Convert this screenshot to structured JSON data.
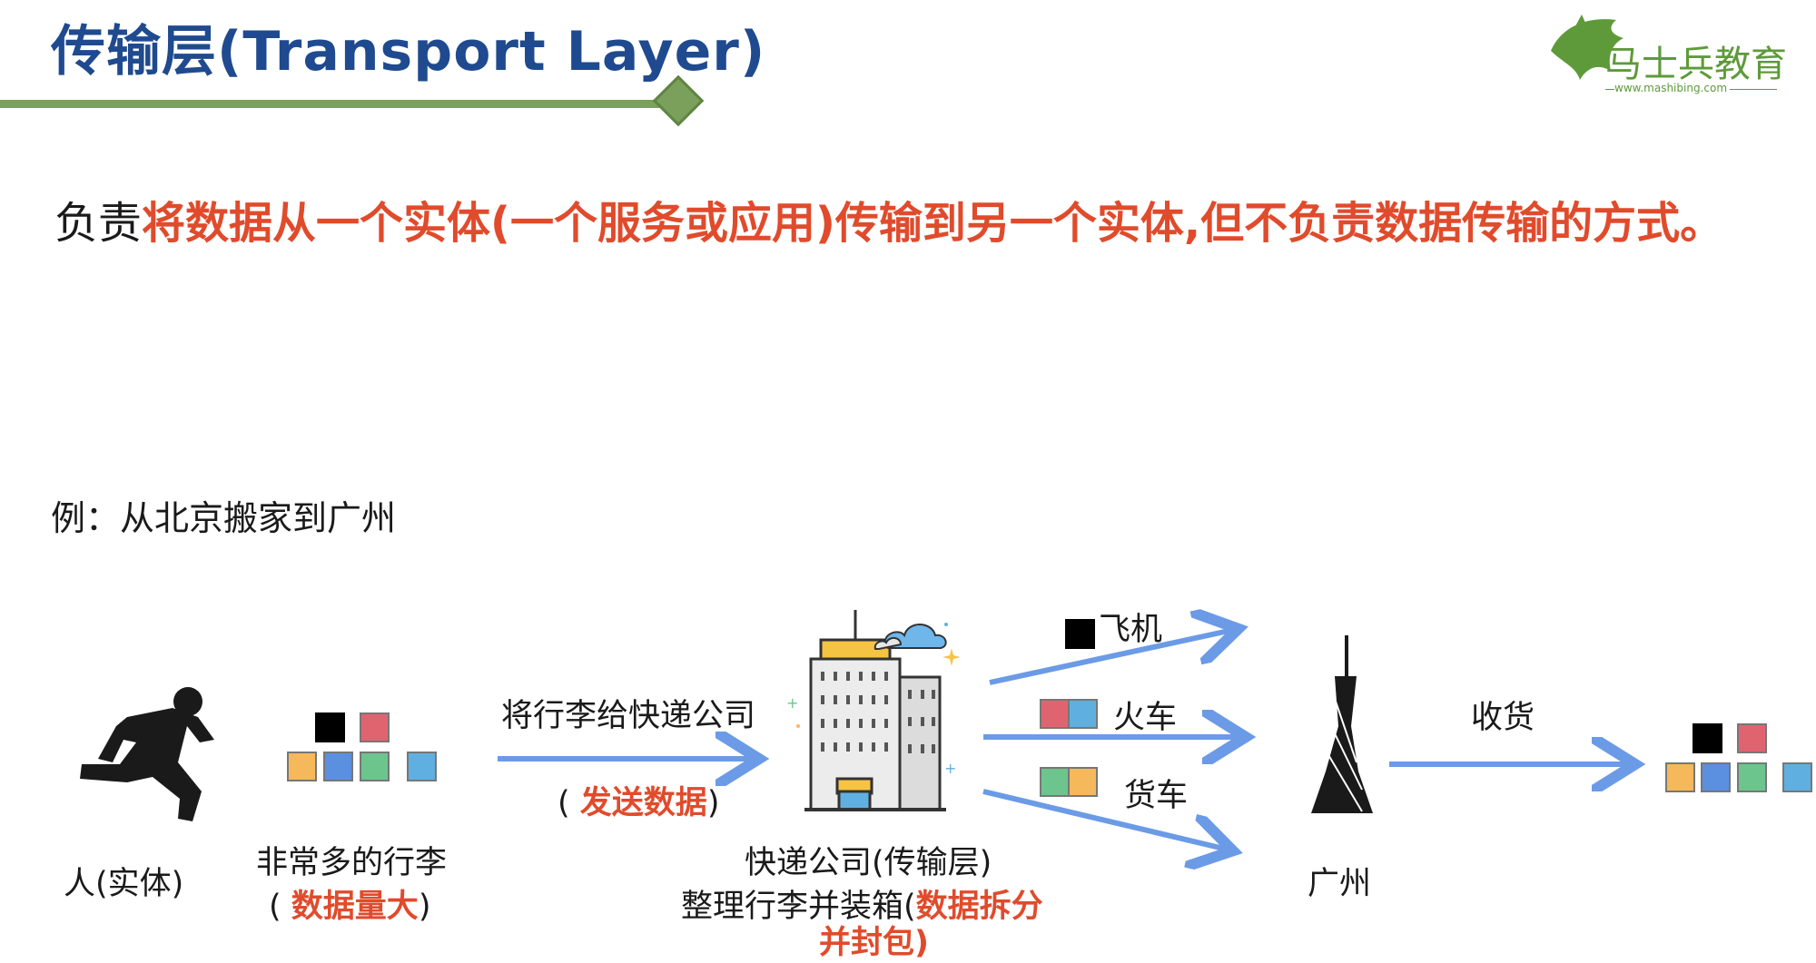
{
  "title": "传输层(Transport Layer)",
  "logo": {
    "name": "马士兵教育",
    "url": "www.mashibing.com"
  },
  "statement": {
    "prefix": "负责",
    "highlight": "将数据从一个实体(一个服务或应用)传输到另一个实体,但不负责数据传输的方式。"
  },
  "example": "例：从北京搬家到广州",
  "diagram": {
    "person_label": "人(实体)",
    "luggage_label": "非常多的行李",
    "luggage_note_open": "(",
    "luggage_note_red": "数据量大",
    "luggage_note_close": ")",
    "handover_label": "将行李给快递公司",
    "handover_note_open": "(",
    "handover_note_red": "发送数据",
    "handover_note_close": ")",
    "company_label": "快递公司(传输层)",
    "company_note_prefix": "整理行李并装箱(",
    "company_note_red": "数据拆分",
    "company_note_cut": "并封包)",
    "transport": [
      "飞机",
      "火车",
      "货车"
    ],
    "receive_label": "收货",
    "destination_label": "广州"
  },
  "colors": {
    "title": "#1f4a8f",
    "accent_green": "#7ba05b",
    "highlight_red": "#e04b2c",
    "arrow_blue": "#6b9be6"
  },
  "icons": [
    "runner-icon",
    "building-icon",
    "cloud-icon",
    "canton-tower-icon",
    "logo-horse-icon"
  ]
}
